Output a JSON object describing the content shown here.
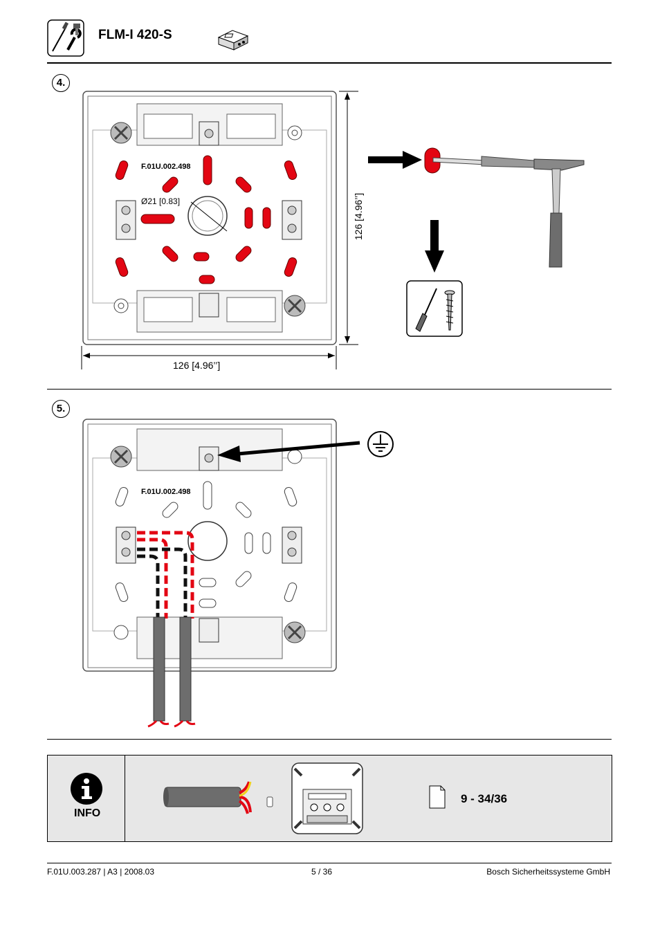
{
  "header": {
    "title": "FLM-I 420-S",
    "tools_icon": "screwdriver-wrench-icon",
    "device_icon": "module-box-icon"
  },
  "step4": {
    "number": "4.",
    "module_code": "F.01U.002.498",
    "hole_label": "Ø21 [0.83]",
    "height_label": "126 [4.96’’]",
    "width_label": "126 [4.96’’]",
    "knockout_color": "#e30613"
  },
  "step5": {
    "number": "5.",
    "module_code": "F.01U.002.498",
    "ground_icon": "ground-symbol-icon"
  },
  "info": {
    "label": "INFO",
    "icon": "info-icon",
    "reference": "9 - 34/36",
    "doc_icon": "document-icon"
  },
  "footer": {
    "left": "F.01U.003.287 | A3 | 2008.03",
    "center": "5 / 36",
    "right": "Bosch Sicherheitssysteme GmbH"
  }
}
